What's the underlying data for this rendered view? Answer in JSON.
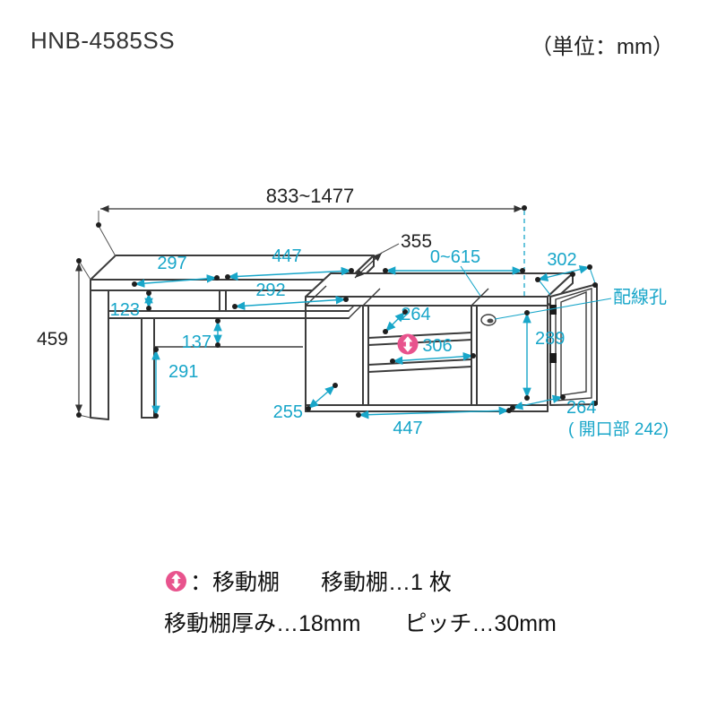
{
  "header": {
    "model": "HNB-4585SS",
    "unit": "（単位：mm）"
  },
  "dims": {
    "overall_width": "833~1477",
    "depth": "355",
    "height": "459",
    "top_left_width": "297",
    "top_shelf_width": "447",
    "top_inner_width": "292",
    "upper_height": "123",
    "mid_height": "137",
    "lower_height": "291",
    "slide_range": "0~615",
    "right_top_width": "302",
    "cable_hole_label": "配線孔",
    "inner_depth": "264",
    "right_inner_height": "289",
    "center_width": "306",
    "bottom_depth": "255",
    "bottom_width": "447",
    "door_width": "264",
    "door_opening_note": "( 開口部 242)"
  },
  "legend": {
    "icon_label": "：移動棚",
    "count": "移動棚…1 枚",
    "thickness": "移動棚厚み…18mm",
    "pitch": "ピッチ…30mm"
  },
  "colors": {
    "dim": "#18a6c9",
    "accent": "#e8538d"
  }
}
